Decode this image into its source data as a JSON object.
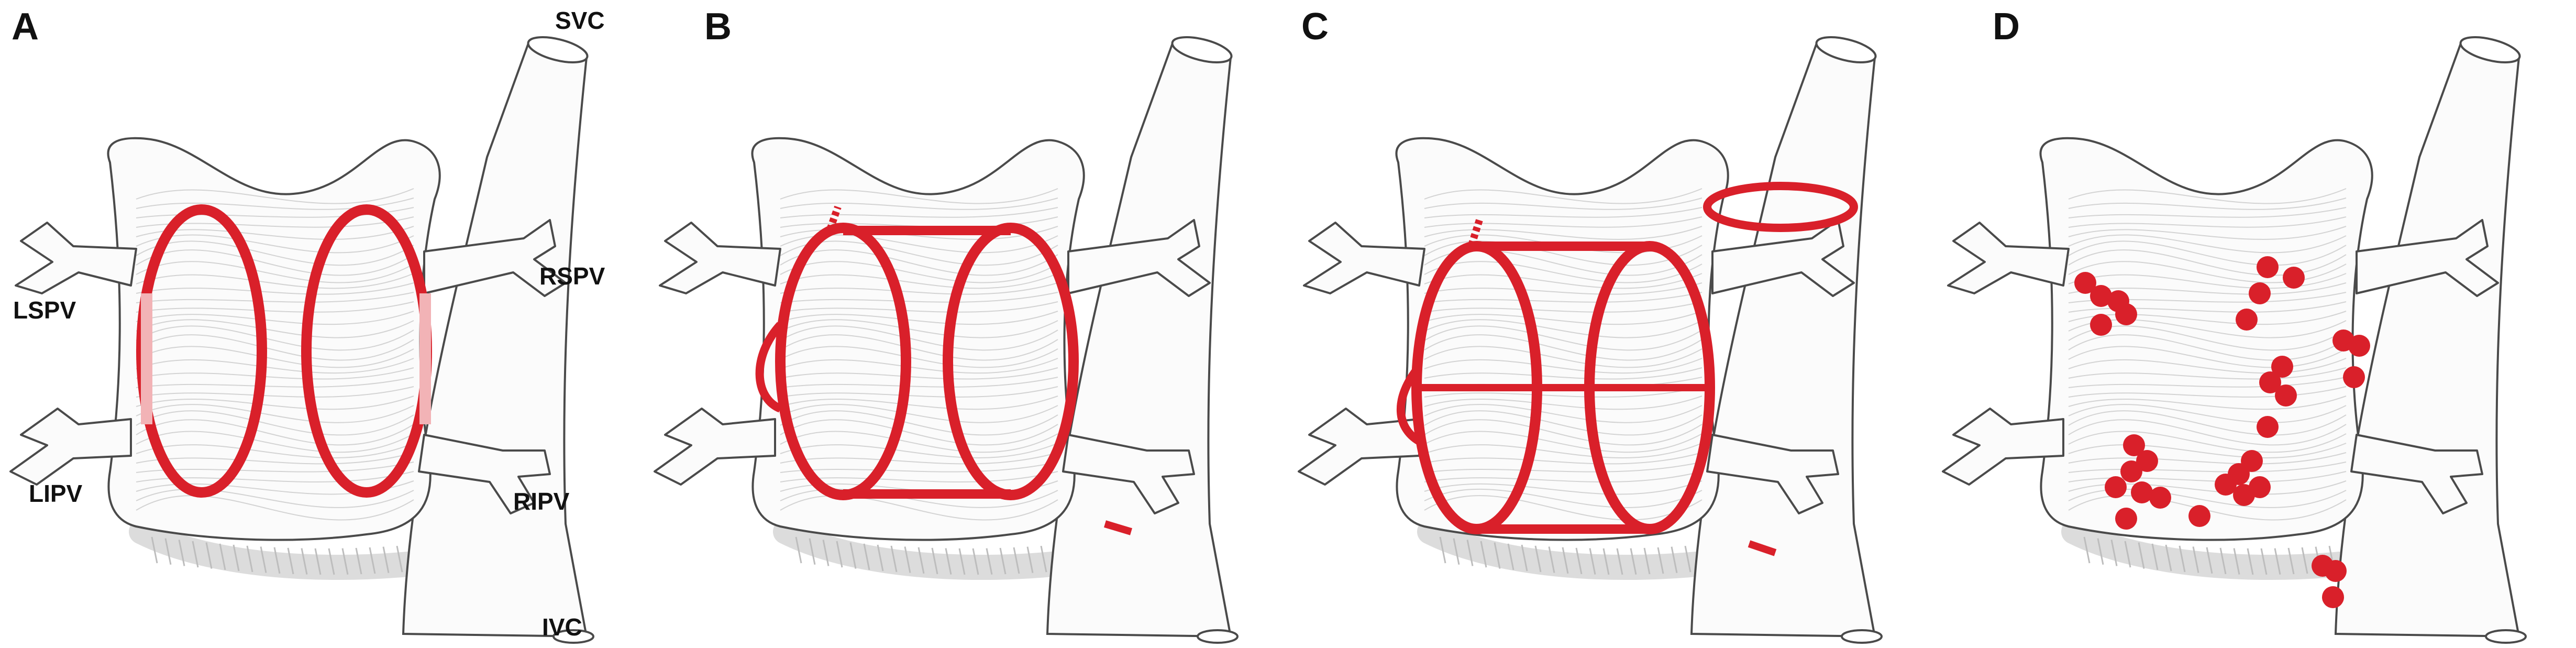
{
  "panels": [
    {
      "letter": "A",
      "lesion": "pvi-circles"
    },
    {
      "letter": "B",
      "lesion": "box-with-roof-and-floor"
    },
    {
      "letter": "C",
      "lesion": "box-with-svc-isolation"
    },
    {
      "letter": "D",
      "lesion": "ganglionated-plexi-points"
    }
  ],
  "labels": {
    "svc": "SVC",
    "lspv": "LSPV",
    "rspv": "RSPV",
    "lipv": "LIPV",
    "ripv": "RIPV",
    "ivc": "IVC"
  },
  "colors": {
    "lesion": "#d9202a",
    "lesion_faded": "#f2b3b6",
    "outline": "#4a4a4a",
    "fill": "#fbfbfb",
    "fiber": "#c9c9c9",
    "coronary_sinus": "#dcdcdc",
    "label_text": "#111111"
  }
}
